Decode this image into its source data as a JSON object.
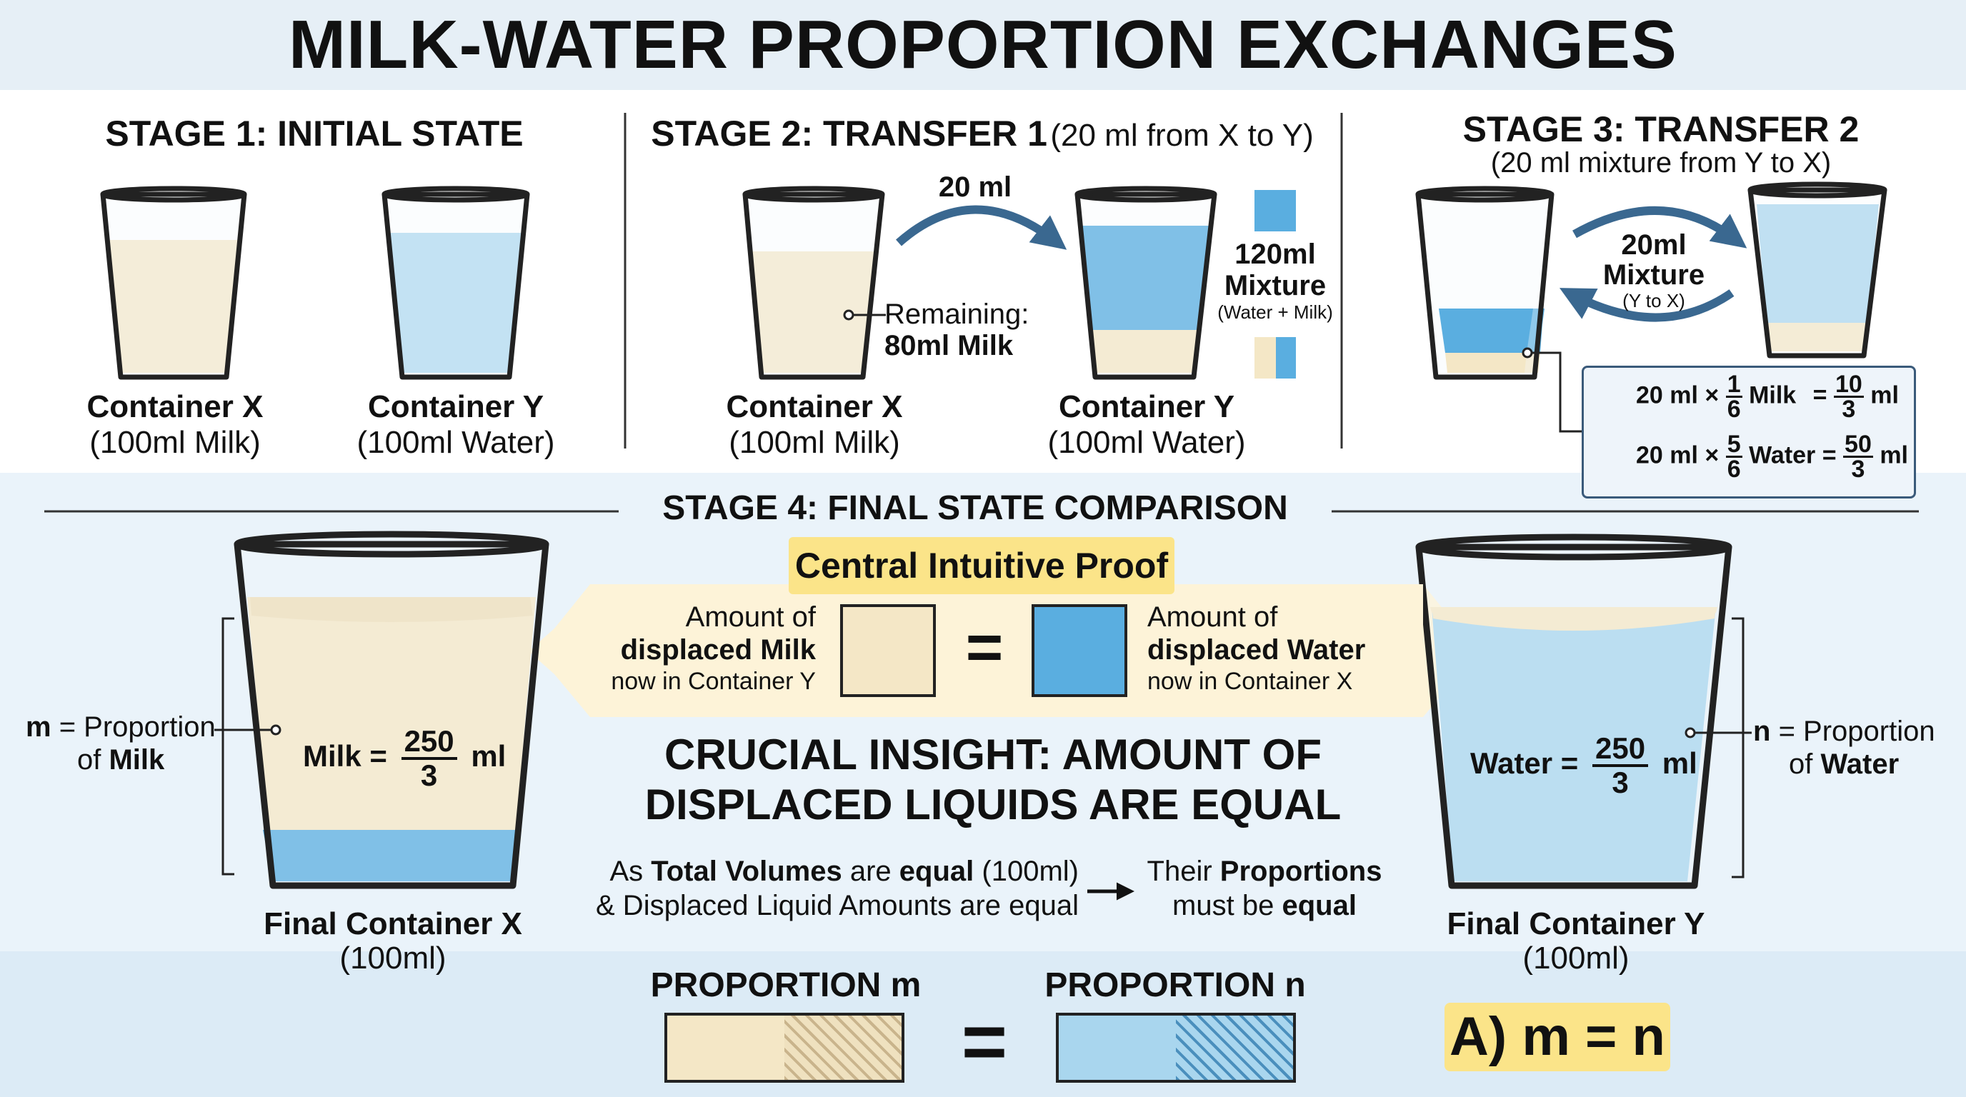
{
  "title": "MILK-WATER PROPORTION EXCHANGES",
  "stage1": {
    "heading": "STAGE 1: INITIAL STATE",
    "x_name": "Container X",
    "x_desc": "(100ml Milk)",
    "y_name": "Container Y",
    "y_desc": "(100ml Water)"
  },
  "stage2": {
    "heading": "STAGE 2: TRANSFER 1",
    "heading_note": "(20 ml from X to Y)",
    "arrow_label": "20 ml",
    "remaining_1": "Remaining:",
    "remaining_2": "80ml Milk",
    "mixture_1": "120ml",
    "mixture_2": "Mixture",
    "mixture_3": "(Water + Milk)",
    "x_name": "Container X",
    "x_desc": "(100ml Milk)",
    "y_name": "Container Y",
    "y_desc": "(100ml Water)"
  },
  "stage3": {
    "heading": "STAGE 3: TRANSFER 2",
    "heading_note": "(20 ml mixture from Y to X)",
    "arrow_1": "20ml",
    "arrow_2": "Mixture",
    "arrow_3": "(Y to X)",
    "row1": {
      "prefix": "20 ml ×",
      "num": "1",
      "den": "6",
      "liquid": "Milk",
      "eq": "=",
      "rnum": "10",
      "rden": "3",
      "unit": "ml"
    },
    "row2": {
      "prefix": "20 ml ×",
      "num": "5",
      "den": "6",
      "liquid": "Water",
      "eq": "=",
      "rnum": "50",
      "rden": "3",
      "unit": "ml"
    }
  },
  "stage4": {
    "heading": "STAGE 4: FINAL STATE COMPARISON",
    "proof_title": "Central Intuitive Proof",
    "left_1": "Amount of",
    "left_2": "displaced Milk",
    "left_3": "now in Container Y",
    "equals": "=",
    "right_1": "Amount of",
    "right_2": "displaced Water",
    "right_3": "now in Container X",
    "m_symbol": "m",
    "m_text_1": "= Proportion",
    "m_text_2": "of",
    "m_text_3": "Milk",
    "n_symbol": "n",
    "n_text_1": "= Proportion",
    "n_text_2": "of",
    "n_text_3": "Water",
    "milk_label": "Milk =",
    "milk_num": "250",
    "milk_den": "3",
    "milk_unit": "ml",
    "water_label": "Water =",
    "water_num": "250",
    "water_den": "3",
    "water_unit": "ml",
    "final_x_name": "Final Container X",
    "final_x_desc": "(100ml)",
    "final_y_name": "Final Container Y",
    "final_y_desc": "(100ml)",
    "insight_1": "CRUCIAL INSIGHT: AMOUNT OF",
    "insight_2": "DISPLACED LIQUIDS ARE EQUAL",
    "reason_1a": "As",
    "reason_1b": "Total Volumes",
    "reason_1c": "are",
    "reason_1d": "equal",
    "reason_1e": "(100ml)",
    "reason_2": "& Displaced Liquid Amounts are equal",
    "result_1a": "Their",
    "result_1b": "Proportions",
    "result_2a": "must be",
    "result_2b": "equal"
  },
  "bottom": {
    "prop_m": "PROPORTION m",
    "prop_n": "PROPORTION n",
    "equals": "=",
    "answer": "A) m = n"
  },
  "colors": {
    "milk": "#f4e7c6",
    "water_light": "#a9d6ee",
    "water_mid": "#5aaee0",
    "arrow": "#3a6890",
    "highlight": "#fbe489"
  }
}
